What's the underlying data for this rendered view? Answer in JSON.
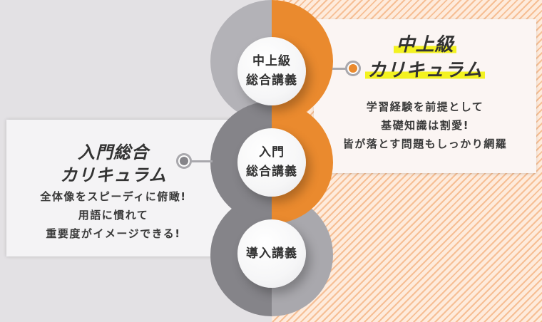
{
  "colors": {
    "orange": "#ea8a2e",
    "light_gray": "#b3b2b7",
    "dark_gray": "#858489",
    "mid_gray": "#a9a8ad",
    "highlight_yellow": "#f3f220",
    "text": "#333333"
  },
  "advanced": {
    "ring_label_line1": "中上級",
    "ring_label_line2": "総合講義",
    "card_title_line1": "中上級",
    "card_title_line2": "カリキュラム",
    "description": [
      "学習経験を前提として",
      "基礎知識は割愛!",
      "皆が落とす問題もしっかり網羅"
    ]
  },
  "intro": {
    "ring_label_line1": "入門",
    "ring_label_line2": "総合講義",
    "card_title_line1": "入門総合",
    "card_title_line2": "カリキュラム",
    "description": [
      "全体像をスピーディに俯瞰!",
      "用語に慣れて",
      "重要度がイメージできる!"
    ]
  },
  "orientation": {
    "ring_label": "導入講義"
  }
}
